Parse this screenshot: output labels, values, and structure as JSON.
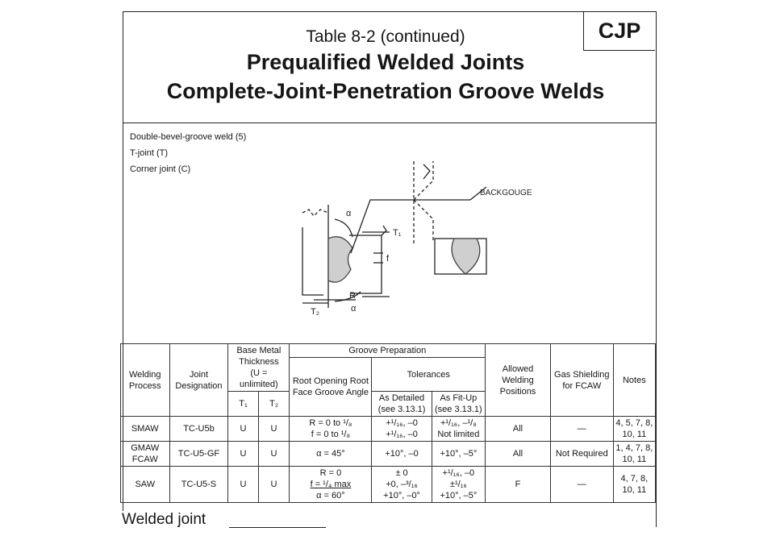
{
  "header": {
    "badge": "CJP",
    "subtitle": "Table 8-2 (continued)",
    "title_line1": "Prequalified Welded Joints",
    "title_line2": "Complete-Joint-Penetration Groove Welds"
  },
  "joint": {
    "type": "Double-bevel-groove weld (5)",
    "config1": "T-joint (T)",
    "config2": "Corner joint (C)"
  },
  "drawing_labels": {
    "backgouge": "BACKGOUGE",
    "t1": "T₁",
    "t2": "T₂",
    "r": "R",
    "f": "f",
    "alpha": "α"
  },
  "table": {
    "headers": {
      "welding_process": "Welding Process",
      "joint_designation": "Joint Designation",
      "base_metal": "Base Metal Thickness",
      "base_metal_note": "(U = unlimited)",
      "t1": "T₁",
      "t2": "T₂",
      "groove_prep": "Groove Preparation",
      "root": "Root Opening Root Face Groove Angle",
      "tolerances": "Tolerances",
      "as_detailed": "As Detailed (see 3.13.1)",
      "as_fitup": "As Fit-Up (see 3.13.1)",
      "positions": "Allowed Welding Positions",
      "gas": "Gas Shielding for FCAW",
      "notes": "Notes"
    },
    "rows": [
      {
        "process": "SMAW",
        "designation": "TC-U5b",
        "t1": "U",
        "t2": "U",
        "root_lines": [
          "R = 0 to ¹/₈",
          "f = 0 to ¹/₈"
        ],
        "detailed_lines": [
          "+¹/₁₆, –0",
          "+¹/₁₆, –0"
        ],
        "fitup_lines": [
          "+¹/₁₆, –¹/₈",
          "Not limited"
        ],
        "positions": "All",
        "gas": "—",
        "notes": "4, 5, 7, 8, 10, 11"
      },
      {
        "process": "GMAW FCAW",
        "designation": "TC-U5-GF",
        "t1": "U",
        "t2": "U",
        "root_lines": [
          "α = 45°"
        ],
        "detailed_lines": [
          "+10°, –0"
        ],
        "fitup_lines": [
          "+10°, –5°"
        ],
        "positions": "All",
        "gas": "Not Required",
        "notes": "1, 4, 7, 8, 10, 11"
      },
      {
        "process": "SAW",
        "designation": "TC-U5-S",
        "t1": "U",
        "t2": "U",
        "root_lines": [
          "R = 0",
          "f = ¹/₄ max",
          "α = 60°"
        ],
        "detailed_lines": [
          "± 0",
          "+0, –³/₁₆",
          "+10°, –0°"
        ],
        "fitup_lines": [
          "+¹/₁₆, –0",
          "±¹/₁₆",
          "+10°, –5°"
        ],
        "positions": "F",
        "gas": "—",
        "notes": "4, 7, 8, 10, 11"
      }
    ]
  },
  "caption": "Welded joint"
}
